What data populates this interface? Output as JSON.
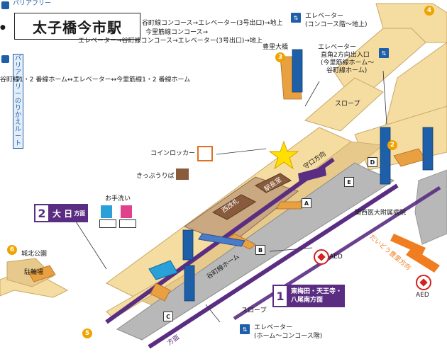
{
  "title": "太子橋今市駅",
  "legend": {
    "route1_label": "バリアフリー",
    "route1_lines": [
      "谷町線コンコース→エレベーター(3号出口)→地上",
      "今里筋線コンコース→",
      "エレベーター→谷町線コンコース→エレベーター(3号出口)→地上"
    ],
    "route2_label_1": "バリアフリー",
    "route2_label_2": "のりかえルート",
    "route2_line": "谷町線1・2 番線ホーム↔エレベーター↔今里筋線1・2 番線ホーム"
  },
  "labels": {
    "elevator_top_1": "エレベーター",
    "elevator_top_2": "(コンコース階〜地上)",
    "toyosato": "豊里大橋",
    "elevator_right_1": "エレベーター",
    "elevator_right_2": "直角2方向出入口",
    "elevator_right_3": "(今里筋線ホーム〜",
    "elevator_right_4": "谷町線ホーム)",
    "slope_top": "スロープ",
    "coin_locker": "コインロッカー",
    "kippu": "きっぷうりば",
    "toilet": "お手洗い",
    "moriguchi": "守口方向",
    "station_office": "駅長室",
    "ticket_gate": "西改札",
    "kansai_hospital": "関西医大附属病院",
    "daidou": "だいどう豊里方向",
    "aed": "AED",
    "tanimachi_home": "谷町線ホーム",
    "slope_bottom": "スロープ",
    "elevator_bottom_1": "エレベーター",
    "elevator_bottom_2": "(ホーム〜コンコース階)",
    "jyohoku": "城北公園",
    "parking": "駐輪場",
    "south_dir": "方面"
  },
  "platforms": {
    "p2_number": "2",
    "p2_dest": "大 日",
    "p2_suffix": "方面",
    "p1_number": "1",
    "p1_line1": "東梅田・天王寺・",
    "p1_line2": "八尾南方面"
  },
  "exits": [
    "A",
    "B",
    "C",
    "D",
    "E"
  ],
  "exit_numbers": [
    "2",
    "3",
    "4",
    "5",
    "6"
  ],
  "colors": {
    "concourse": "#f5dca0",
    "concourse_dark": "#d9b878",
    "platform": "#b8b8b8",
    "track": "#5a2d82",
    "elevator": "#1d5fa8",
    "stair": "#e8a040",
    "arrow": "#f07d20",
    "star": "#ffe000"
  }
}
